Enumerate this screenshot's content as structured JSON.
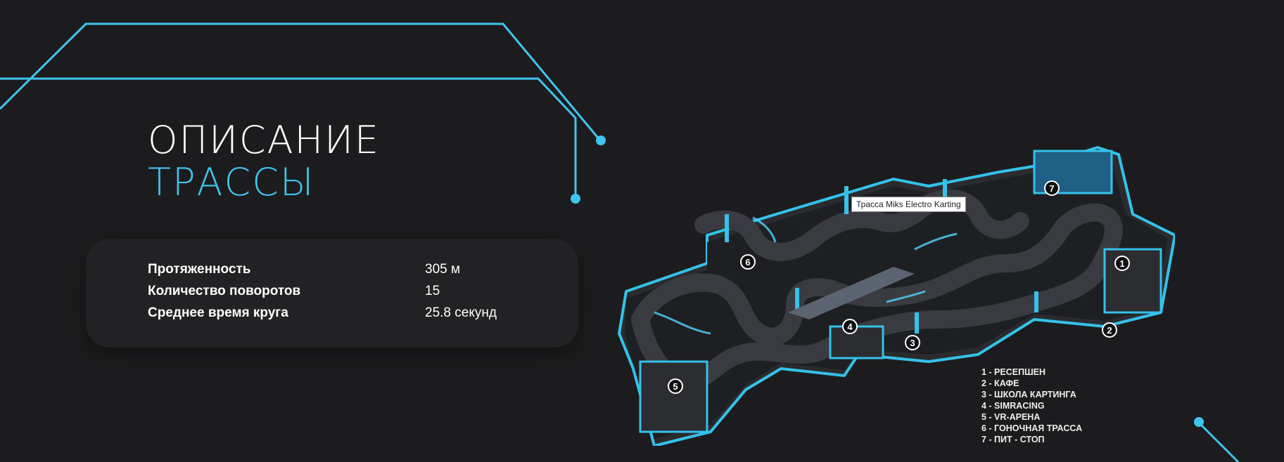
{
  "section": {
    "title_line1": "ОПИСАНИЕ",
    "title_line2": "ТРАССЫ"
  },
  "specs": [
    {
      "label": "Протяженность",
      "value": "305 м"
    },
    {
      "label": "Количество поворотов",
      "value": "15"
    },
    {
      "label": "Среднее время круга",
      "value": "25.8 секунд"
    }
  ],
  "map": {
    "tooltip": "Трасса Miks Electro Karting",
    "zone_numbers": [
      "1",
      "2",
      "3",
      "4",
      "5",
      "6",
      "7"
    ],
    "legend": [
      "1 - РЕСЕПШЕН",
      "2 - КАФЕ",
      "3 - ШКОЛА КАРТИНГА",
      "4 - SIMRACING",
      "5 - VR-АРЕНА",
      "6 - ГОНОЧНАЯ ТРАССА",
      "7 - ПИТ - СТОП"
    ]
  },
  "colors": {
    "background": "#1c1c1e",
    "accent": "#3fc4ee",
    "card": "#222224"
  }
}
